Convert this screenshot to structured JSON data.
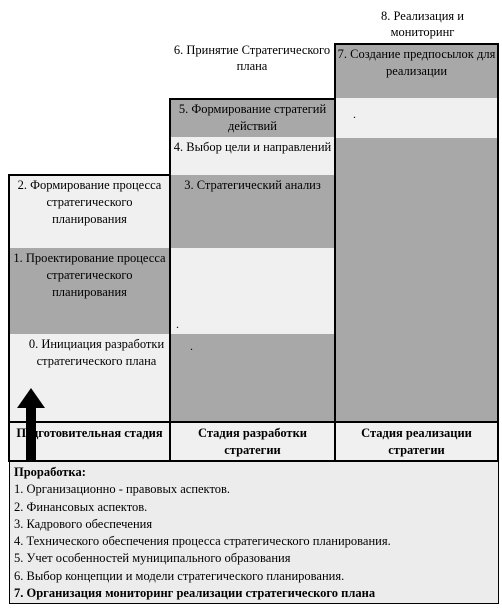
{
  "stages_labels": {
    "stage6": "6. Принятие Стратегического плана",
    "stage8": "8. Реализация и мониторинг"
  },
  "cells": {
    "c7": "7. Создание предпосылок для реализации",
    "c5": "5. Формирование стратегий действий",
    "c4": "4. Выбор цели и направлений",
    "c3": "3. Стратегический анализ",
    "c2": "2. Формирование процесса стратегического планирования",
    "c1": "1. Проектирование процесса стратегического планирования",
    "c0": "0. Инициация разработки стратегического плана",
    "dot": "."
  },
  "headers": {
    "prep": "Подготовительная стадия",
    "dev": "Стадия разработки стратегии",
    "impl": "Стадия реализации стратегии"
  },
  "notes": {
    "title": "Проработка:",
    "items": [
      "1.  Организационно - правовых аспектов.",
      "2.  Финансовых аспектов.",
      "3.  Кадрового обеспечения",
      "4.  Технического обеспечения процесса стратегического планирования.",
      "5.  Учет особенностей муниципального образования",
      "6.  Выбор концепции и модели стратегического планирования."
    ],
    "last": "7. Организация мониторинг реализации стратегического плана"
  },
  "colors": {
    "dark": "#a8a8a8",
    "light": "#f0f0f0",
    "border": "#000000"
  }
}
